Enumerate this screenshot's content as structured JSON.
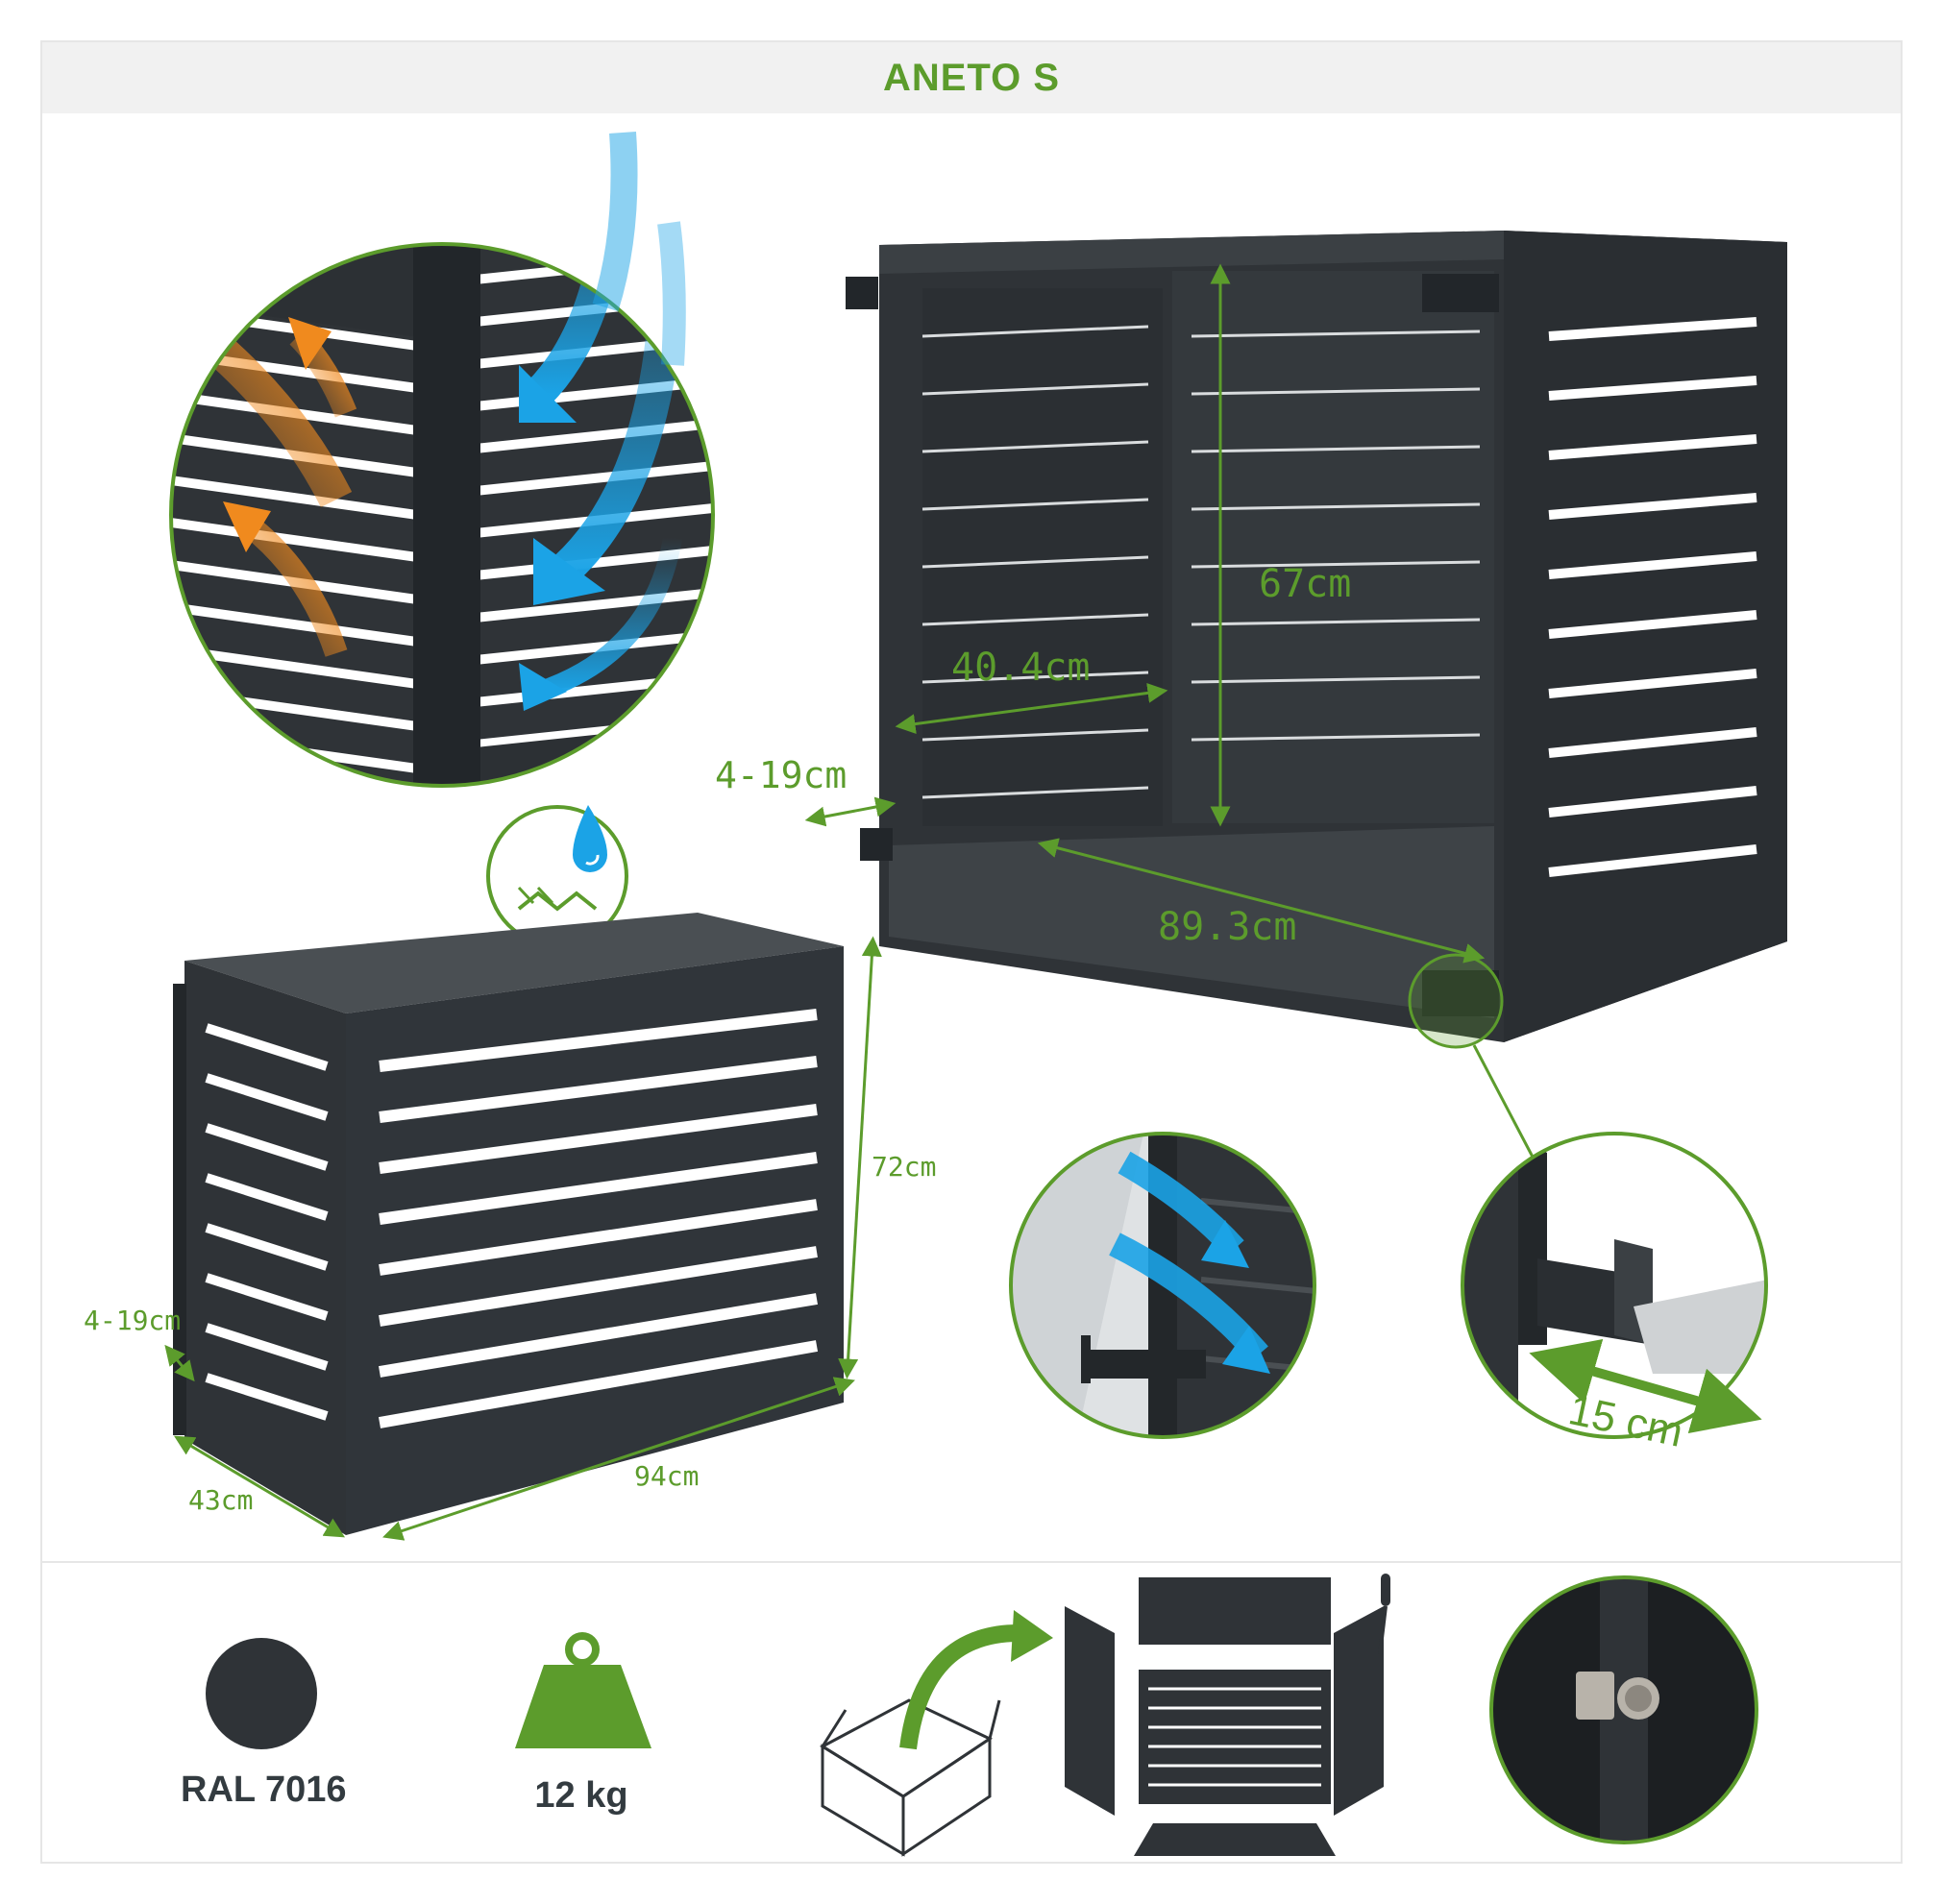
{
  "title": "ANETO S",
  "colors": {
    "accent": "#5c9c2c",
    "panel": "#2f3337",
    "panel_dark": "#23272a",
    "air_out": "#f08a1e",
    "air_in": "#1ba3e6"
  },
  "dimensions": {
    "inner_width": "89.3cm",
    "inner_height": "67cm",
    "inner_depth": "40.4cm",
    "wall_gap_top": "4-19cm",
    "outer_height": "72cm",
    "outer_width": "94cm",
    "outer_depth": "43cm",
    "wall_gap_bottom": "4-19cm",
    "bracket_length": "15 cm"
  },
  "features": {
    "color_code": "RAL 7016",
    "weight": "12 kg"
  },
  "icons": {
    "weather": "water-resistant-icon",
    "color": "color-swatch-icon",
    "weight": "weight-icon",
    "assembly": "box-unpack-icon",
    "screwdriver": "screwdriver-icon"
  }
}
